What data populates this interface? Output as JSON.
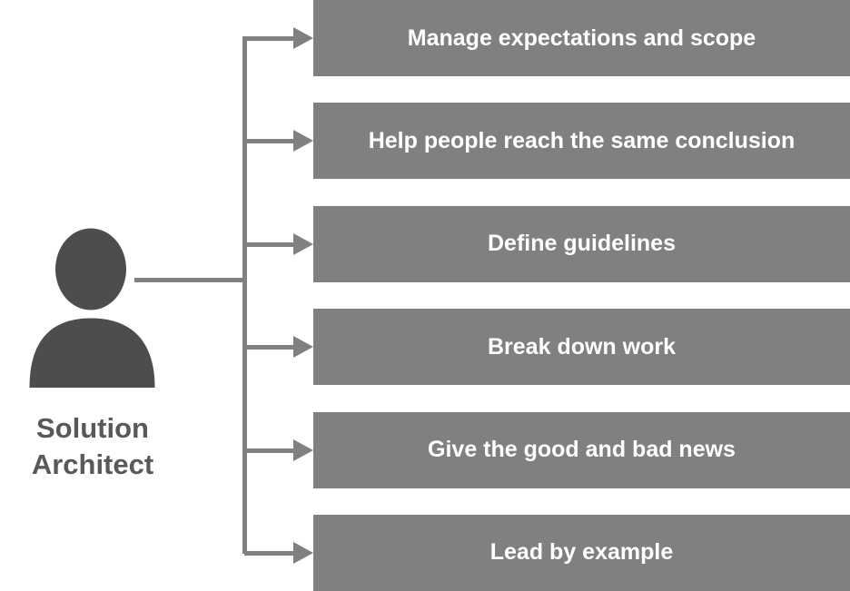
{
  "person": {
    "label": "Solution Architect"
  },
  "items": [
    {
      "label": "Manage expectations and scope"
    },
    {
      "label": "Help people reach the same conclusion"
    },
    {
      "label": "Define guidelines"
    },
    {
      "label": "Break down work"
    },
    {
      "label": "Give the good and bad news"
    },
    {
      "label": "Lead by example"
    }
  ],
  "colors": {
    "box": "#808080",
    "box_text": "#ffffff",
    "connector": "#808080",
    "person": "#4d4d4d",
    "label_text": "#595959",
    "background": "#ffffff"
  }
}
